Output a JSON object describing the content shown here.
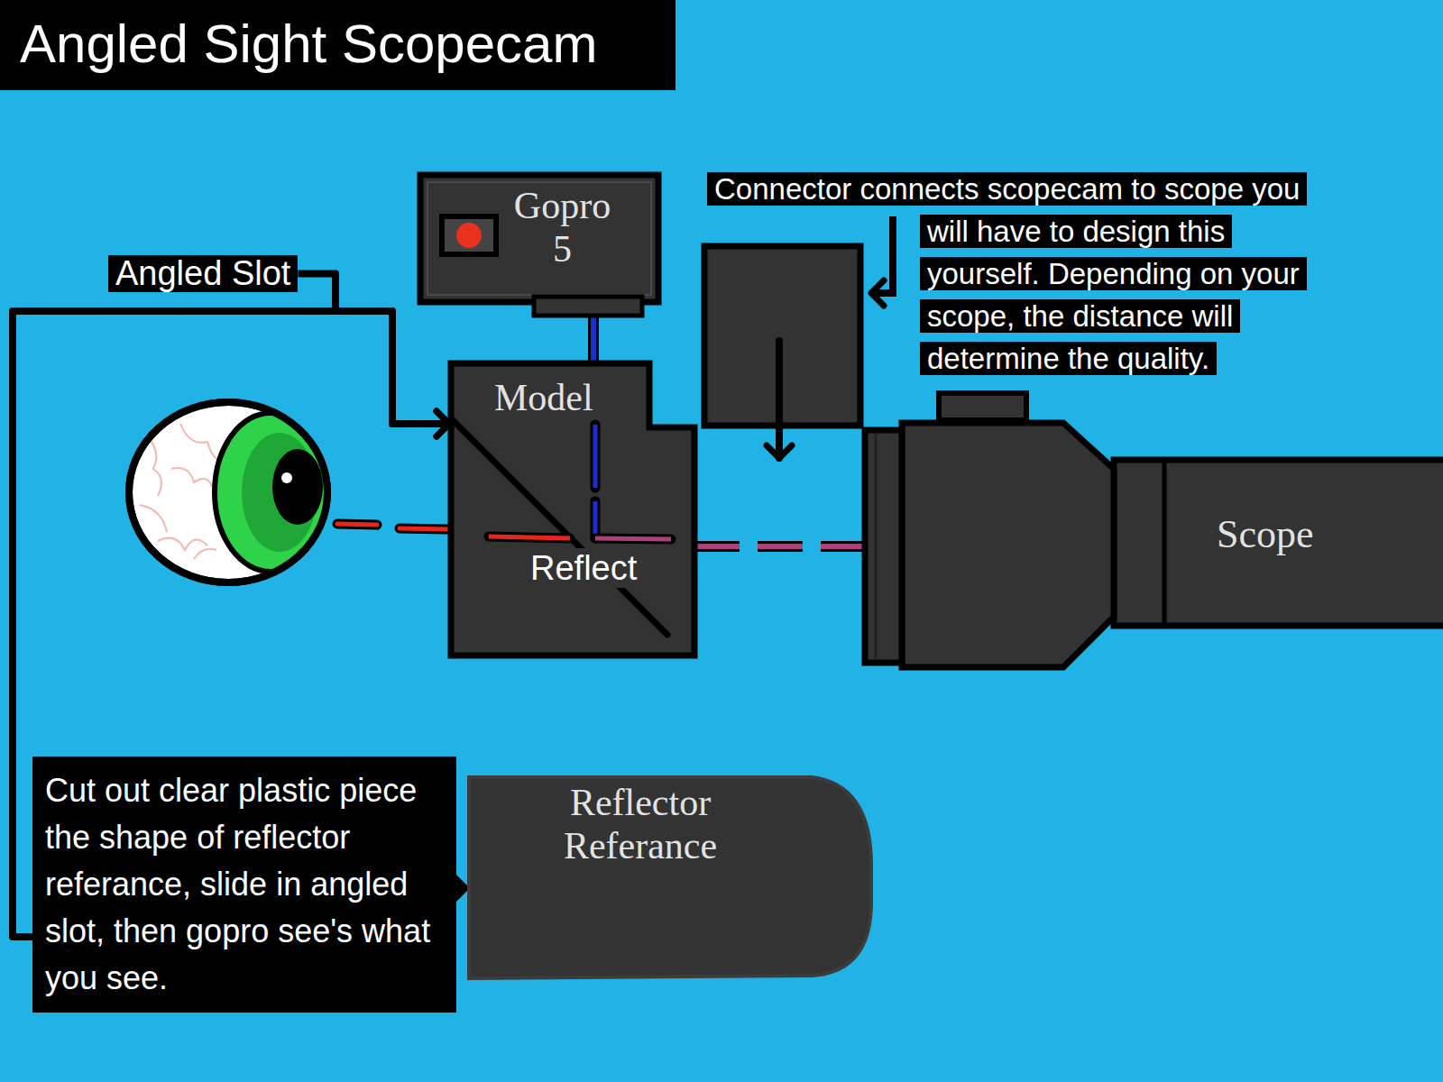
{
  "diagram": {
    "title": "Angled Sight Scopecam",
    "nodes": [
      {
        "text": [
          "Gopro 5"
        ]
      },
      {
        "text": [
          "Model"
        ]
      },
      {
        "text": [
          "Connector connects scopecam to scope you will have to design this yourself. Depending on your scope, the distance will determine the quality."
        ]
      },
      {
        "text": [
          "Scope"
        ]
      },
      {
        "text": [
          "Angled Slot"
        ]
      },
      {
        "text": [
          "Cut out clear plastic piece the shape of reflector referance, slide in angled slot, then gopro see's what you see."
        ]
      },
      {
        "text": [
          "Reflector Referance"
        ]
      }
    ],
    "edges": [
      {
        "from": 0,
        "to": 1,
        "arrow": "none"
      },
      {
        "from": 1,
        "to": 3,
        "arrow": "none"
      },
      {
        "from": 4,
        "to": 1,
        "arrow": "to"
      },
      {
        "from": 5,
        "to": 1,
        "arrow": "to"
      },
      {
        "from": 5,
        "to": 6,
        "arrow": "to"
      }
    ],
    "labels": [
      "Reflect"
    ]
  }
}
